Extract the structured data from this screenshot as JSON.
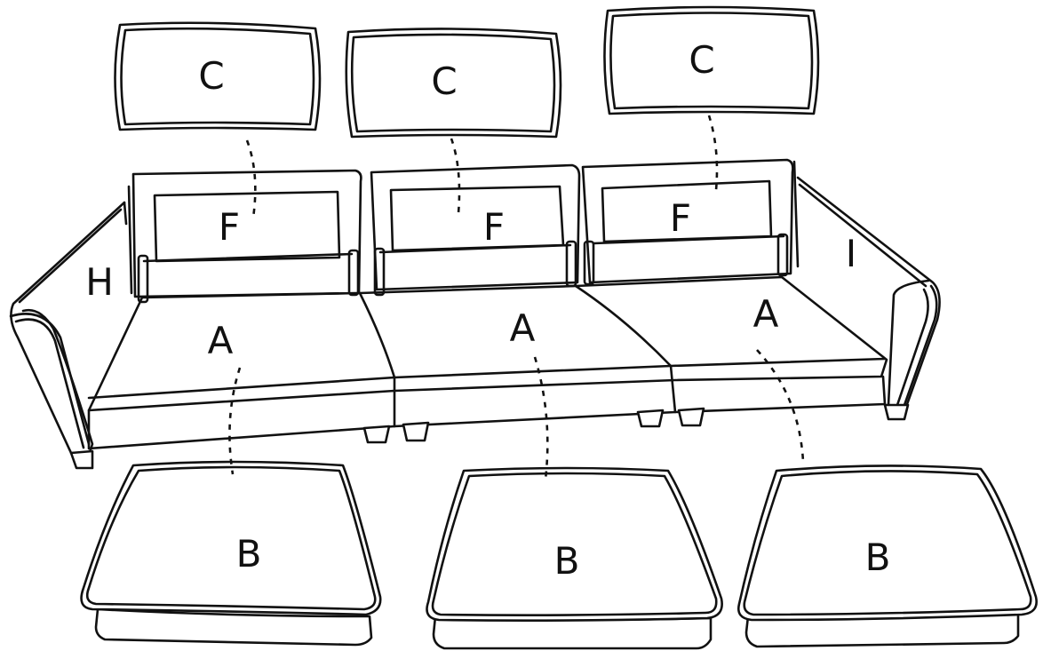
{
  "labels": {
    "backrest_left": "C",
    "backrest_middle": "C",
    "backrest_right": "C",
    "frame_left": "F",
    "frame_middle": "F",
    "frame_right": "F",
    "arm_left": "H",
    "arm_right": "I",
    "seat_left": "A",
    "seat_middle": "A",
    "seat_right": "A",
    "cushion_left": "B",
    "cushion_middle": "B",
    "cushion_right": "B"
  },
  "colors": {
    "line": "#111111",
    "background": "#ffffff"
  }
}
